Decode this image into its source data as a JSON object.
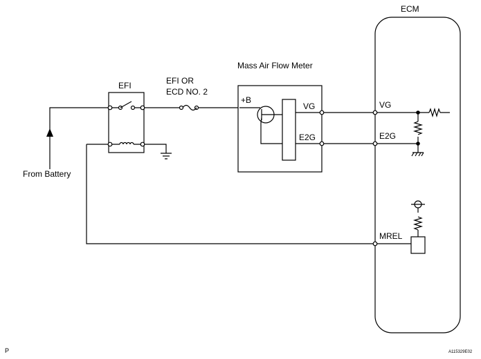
{
  "diagram": {
    "ecm_label": "ECM",
    "efi_relay_label": "EFI",
    "fuse_label_line1": "EFI OR",
    "fuse_label_line2": "ECD NO. 2",
    "maf_title": "Mass Air Flow Meter",
    "maf_pins": {
      "plus_b": "+B",
      "vg": "VG",
      "e2g": "E2G"
    },
    "ecm_pins": {
      "vg": "VG",
      "e2g": "E2G",
      "mrel": "MREL"
    },
    "from_battery": "From Battery",
    "corner_letter": "P",
    "figure_code": "A115329E02"
  }
}
